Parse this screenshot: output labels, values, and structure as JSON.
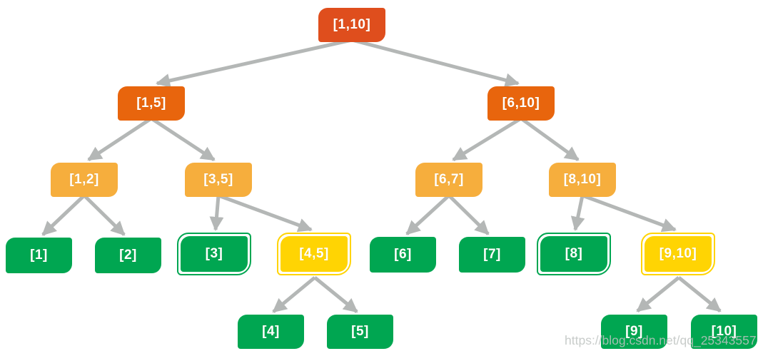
{
  "diagram": {
    "type": "segment-tree",
    "description": "Binary interval decomposition tree of range [1,10]"
  },
  "tree": {
    "nodes": [
      {
        "id": "1-10",
        "label": "[1,10]",
        "level": 0,
        "color_role": "root",
        "highlighted": false
      },
      {
        "id": "1-5",
        "label": "[1,5]",
        "level": 1,
        "color_role": "branch",
        "highlighted": false
      },
      {
        "id": "6-10",
        "label": "[6,10]",
        "level": 1,
        "color_role": "branch",
        "highlighted": false
      },
      {
        "id": "1-2",
        "label": "[1,2]",
        "level": 2,
        "color_role": "mid",
        "highlighted": false
      },
      {
        "id": "3-5",
        "label": "[3,5]",
        "level": 2,
        "color_role": "mid",
        "highlighted": false
      },
      {
        "id": "6-7",
        "label": "[6,7]",
        "level": 2,
        "color_role": "mid",
        "highlighted": false
      },
      {
        "id": "8-10",
        "label": "[8,10]",
        "level": 2,
        "color_role": "mid",
        "highlighted": false
      },
      {
        "id": "1",
        "label": "[1]",
        "level": 3,
        "color_role": "leaf_green",
        "highlighted": false
      },
      {
        "id": "2",
        "label": "[2]",
        "level": 3,
        "color_role": "leaf_green",
        "highlighted": false
      },
      {
        "id": "3",
        "label": "[3]",
        "level": 3,
        "color_role": "leaf_green",
        "highlighted": true
      },
      {
        "id": "4-5",
        "label": "[4,5]",
        "level": 3,
        "color_role": "leaf_yellow",
        "highlighted": true
      },
      {
        "id": "6",
        "label": "[6]",
        "level": 3,
        "color_role": "leaf_green",
        "highlighted": false
      },
      {
        "id": "7",
        "label": "[7]",
        "level": 3,
        "color_role": "leaf_green",
        "highlighted": false
      },
      {
        "id": "8",
        "label": "[8]",
        "level": 3,
        "color_role": "leaf_green",
        "highlighted": true
      },
      {
        "id": "9-10",
        "label": "[9,10]",
        "level": 3,
        "color_role": "leaf_yellow",
        "highlighted": true
      },
      {
        "id": "4",
        "label": "[4]",
        "level": 4,
        "color_role": "leaf_green",
        "highlighted": false
      },
      {
        "id": "5",
        "label": "[5]",
        "level": 4,
        "color_role": "leaf_green",
        "highlighted": false
      },
      {
        "id": "9",
        "label": "[9]",
        "level": 4,
        "color_role": "leaf_green",
        "highlighted": false
      },
      {
        "id": "10",
        "label": "[10]",
        "level": 4,
        "color_role": "leaf_green",
        "highlighted": false
      }
    ],
    "edges": [
      {
        "from": "1-10",
        "to": "1-5"
      },
      {
        "from": "1-10",
        "to": "6-10"
      },
      {
        "from": "1-5",
        "to": "1-2"
      },
      {
        "from": "1-5",
        "to": "3-5"
      },
      {
        "from": "6-10",
        "to": "6-7"
      },
      {
        "from": "6-10",
        "to": "8-10"
      },
      {
        "from": "1-2",
        "to": "1"
      },
      {
        "from": "1-2",
        "to": "2"
      },
      {
        "from": "3-5",
        "to": "3"
      },
      {
        "from": "3-5",
        "to": "4-5"
      },
      {
        "from": "6-7",
        "to": "6"
      },
      {
        "from": "6-7",
        "to": "7"
      },
      {
        "from": "8-10",
        "to": "8"
      },
      {
        "from": "8-10",
        "to": "9-10"
      },
      {
        "from": "4-5",
        "to": "4"
      },
      {
        "from": "4-5",
        "to": "5"
      },
      {
        "from": "9-10",
        "to": "9"
      },
      {
        "from": "9-10",
        "to": "10"
      }
    ]
  },
  "colors": {
    "root": "#DF4E1D",
    "branch": "#E8650D",
    "mid": "#F6AE3D",
    "leaf_green": "#00A651",
    "leaf_yellow": "#FFD403",
    "arrow": "#B4B7B6"
  },
  "watermark": {
    "text": "https://blog.csdn.net/qq_25343557"
  }
}
